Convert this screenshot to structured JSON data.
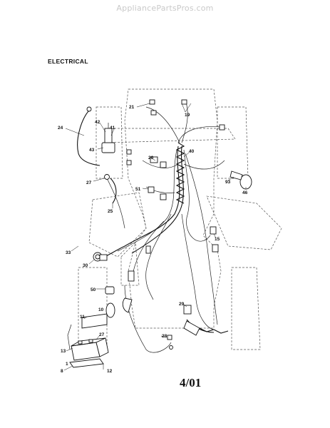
{
  "watermark": "AppliancePartsPros.com",
  "title": "ELECTRICAL",
  "date_code": "4/01",
  "callouts": [
    "24",
    "42",
    "41",
    "43",
    "27",
    "25",
    "21",
    "19",
    "26",
    "40",
    "93",
    "46",
    "51",
    "15",
    "33",
    "30",
    "50",
    "10",
    "11",
    "27",
    "13",
    "1",
    "8",
    "12",
    "29",
    "28"
  ]
}
